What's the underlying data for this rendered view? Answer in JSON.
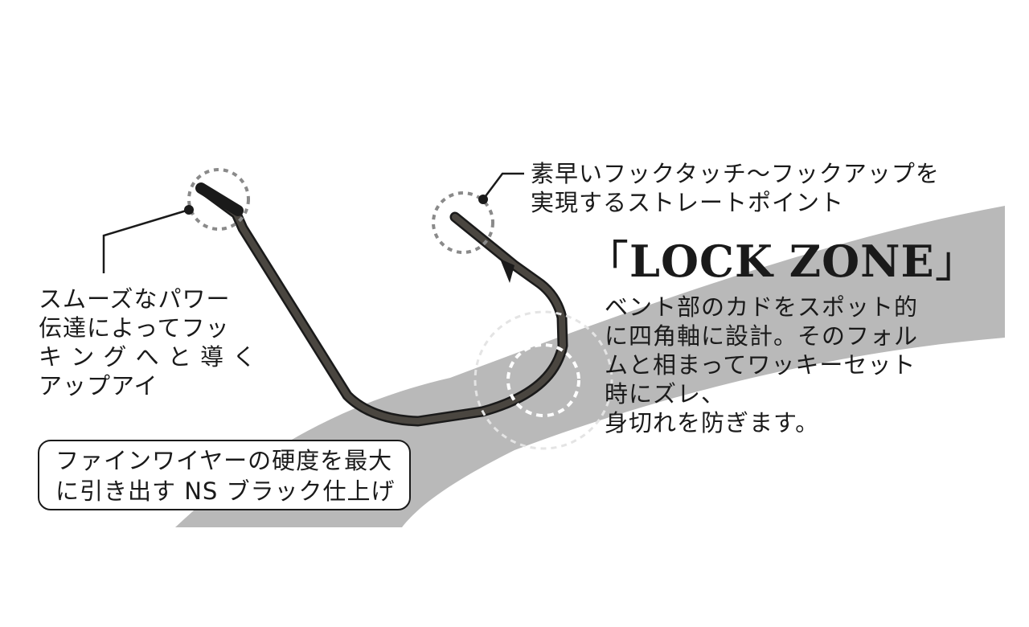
{
  "callouts": {
    "straight_point": {
      "line1": "素早いフックタッチ〜フックアップを",
      "line2": "実現するストレートポイント"
    },
    "up_eye": {
      "line1": "スムーズなパワー",
      "line2": "伝達によってフッ",
      "line3": "キ ン グ へ と 導 く",
      "line4": "アップアイ"
    },
    "finish": {
      "line1": "ファインワイヤーの硬度を最大",
      "line2": "に引き出す NS ブラック仕上げ"
    },
    "lock_zone": {
      "bracket_open": "「",
      "title": "LOCK ZONE",
      "bracket_close": "」",
      "line1": "ベント部のカドをスポット的",
      "line2": "に四角軸に設計。そのフォル",
      "line3": "ムと相まってワッキーセット",
      "line4": "時にズレ、",
      "line5": "身切れを防ぎます。"
    }
  },
  "colors": {
    "band": "#b9b9b9",
    "hook": "#3a3733",
    "dashed_circle": "#8a8a8a",
    "dashed_circle_light": "#e4e4e4",
    "text": "#1a1a1a"
  }
}
